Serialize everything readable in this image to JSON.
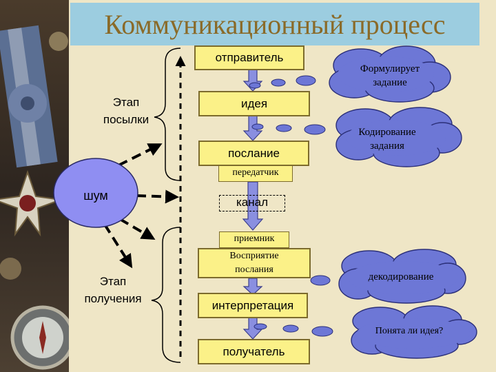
{
  "title": "Коммуникационный процесс",
  "stages": {
    "sending": "Этап\nпосылки",
    "receiving": "Этап\nполучения"
  },
  "noise": "шум",
  "boxes": {
    "sender": "отправитель",
    "idea": "идея",
    "message": "послание",
    "transmitter": "передатчик",
    "channel": "канал",
    "receiver": "приемник",
    "perception": "Восприятие\nпослания",
    "interpretation": "интерпретация",
    "recipient": "получатель"
  },
  "clouds": {
    "formulates": "Формулирует\nзадание",
    "encoding": "Кодирование\nзадания",
    "decoding": "декодирование",
    "understood": "Понята ли идея?"
  },
  "colors": {
    "slide_bg": "#efe6c6",
    "title_bar": "#9ccde0",
    "title_text": "#8a6a28",
    "box_fill": "#fbf188",
    "arrow_fill": "#8a8fe0",
    "cloud_fill": "#6d77d6",
    "noise_fill": "#8f8ef2"
  }
}
